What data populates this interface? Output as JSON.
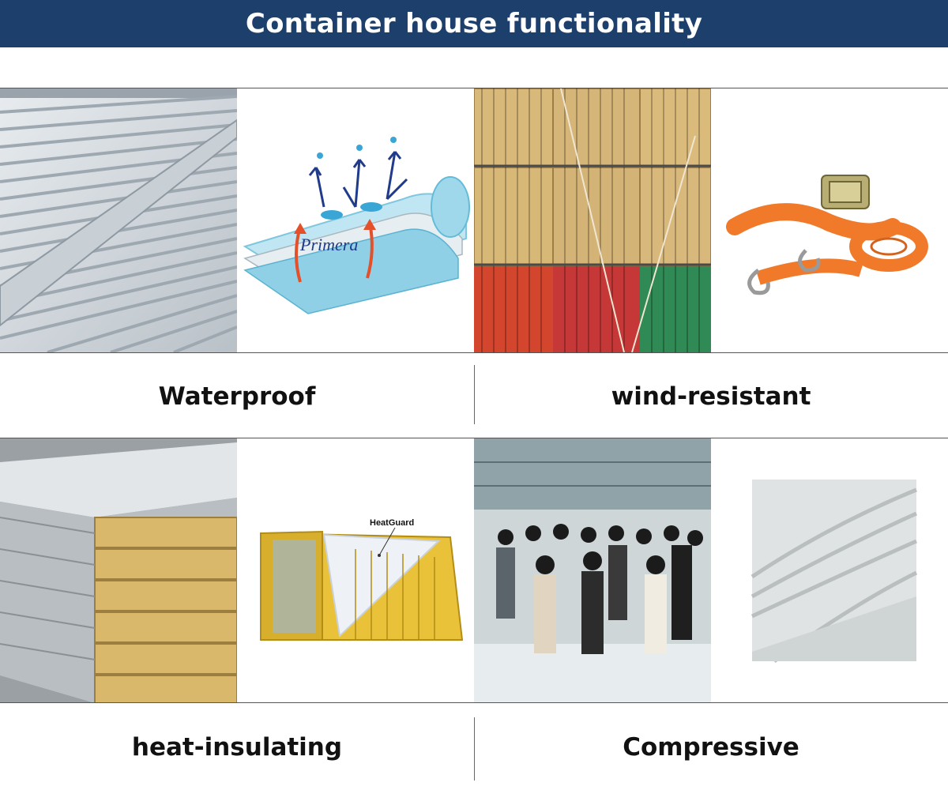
{
  "header": {
    "title": "Container house functionality"
  },
  "features": [
    {
      "label": "Waterproof",
      "brand_text": "Primera"
    },
    {
      "label": "wind-resistant"
    },
    {
      "label": "heat-insulating",
      "callout_text": "HeatGuard"
    },
    {
      "label": "Compressive"
    }
  ],
  "colors": {
    "banner": "#1c3f6b",
    "strap_orange": "#f07a2a",
    "container_yellow": "#e9c23a"
  }
}
